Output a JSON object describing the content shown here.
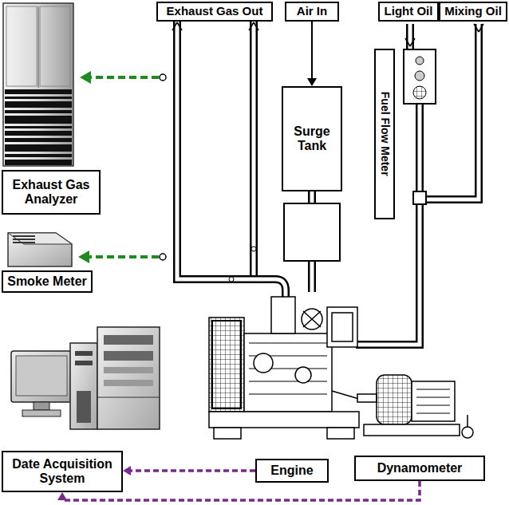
{
  "diagram": {
    "nodes": [
      {
        "text": [
          "Exhaust Gas Out"
        ]
      },
      {
        "text": [
          "Air In"
        ]
      },
      {
        "text": [
          "Light Oil"
        ]
      },
      {
        "text": [
          "Mixing Oil"
        ]
      },
      {
        "text": [
          "Surge Tank"
        ]
      },
      {
        "text": [
          "Fuel Flow Meter"
        ]
      },
      {
        "text": [
          "Exhaust Gas Analyzer"
        ]
      },
      {
        "text": [
          "Smoke Meter"
        ]
      },
      {
        "text": [
          "Date Acquisition System"
        ]
      },
      {
        "text": [
          "Engine"
        ]
      },
      {
        "text": [
          "Dynamometer"
        ]
      }
    ],
    "edges": [
      {
        "from": 1,
        "to": 4,
        "arrow": "to"
      },
      {
        "from": 9,
        "to": 8,
        "arrow": "to"
      },
      {
        "from": 10,
        "to": 8,
        "arrow": "to"
      }
    ]
  }
}
